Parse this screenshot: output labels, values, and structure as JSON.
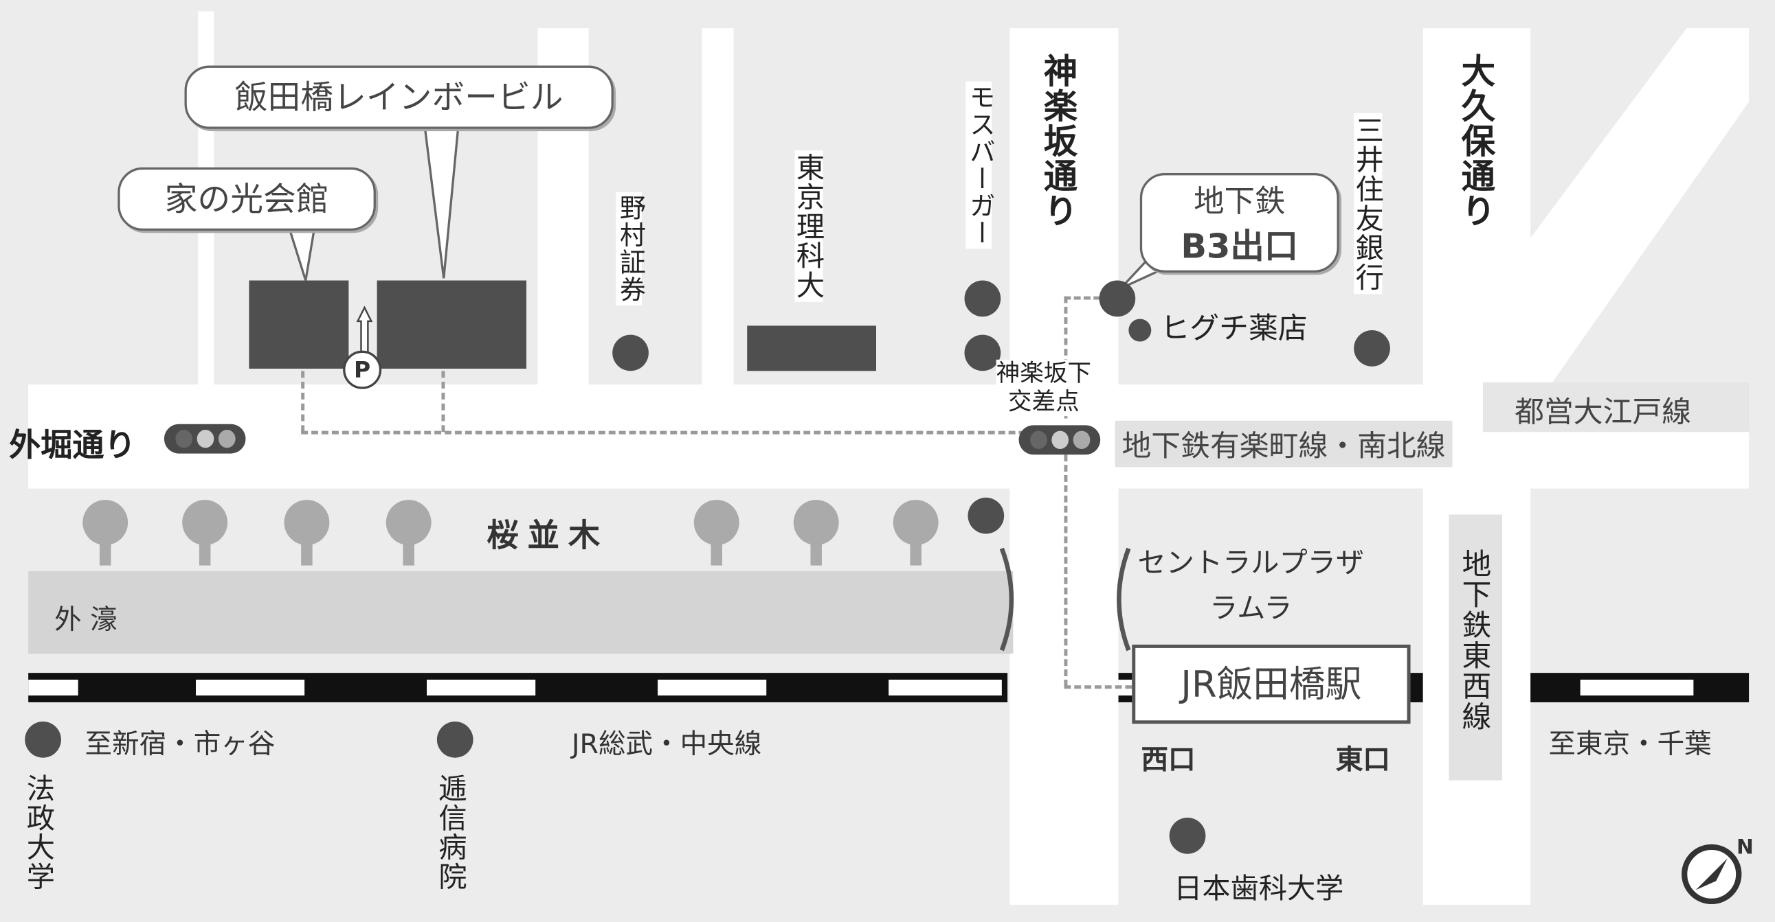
{
  "buildings": {
    "rainbow_building": "飯田橋レインボービル",
    "ienohikari": "家の光会館",
    "nomura": "野村証券",
    "tokyo_rika": "東京理科大",
    "mos_burger": "モスバーガー",
    "higuchi": "ヒグチ薬店",
    "smbc": "三井住友銀行",
    "central_plaza": [
      "セントラルプラザ",
      "ラムラ"
    ],
    "hosei": "法政大学",
    "teishin": "逓信病院",
    "nippon_dental": "日本歯科大学",
    "parking": "P"
  },
  "streets": {
    "kagurazaka": "神楽坂通り",
    "okubo": "大久保通り",
    "sotobori": "外堀通り",
    "sakura": "桜並木",
    "moat": "外 濠",
    "intersection": [
      "神楽坂下",
      "交差点"
    ]
  },
  "transit": {
    "exit_b3": [
      "地下鉄",
      "B3出口"
    ],
    "oedo": "都営大江戸線",
    "yurakucho_namboku": "地下鉄有楽町線・南北線",
    "tozai": "地下鉄東西線",
    "jr_station": "JR飯田橋駅",
    "west_exit": "西口",
    "east_exit": "東口",
    "jr_line": "JR総武・中央線",
    "to_shinjuku": "至新宿・市ヶ谷",
    "to_tokyo": "至東京・千葉"
  },
  "colors": {
    "building": "#4f4f4f",
    "road": "#ffffff",
    "background": "#ececec"
  }
}
